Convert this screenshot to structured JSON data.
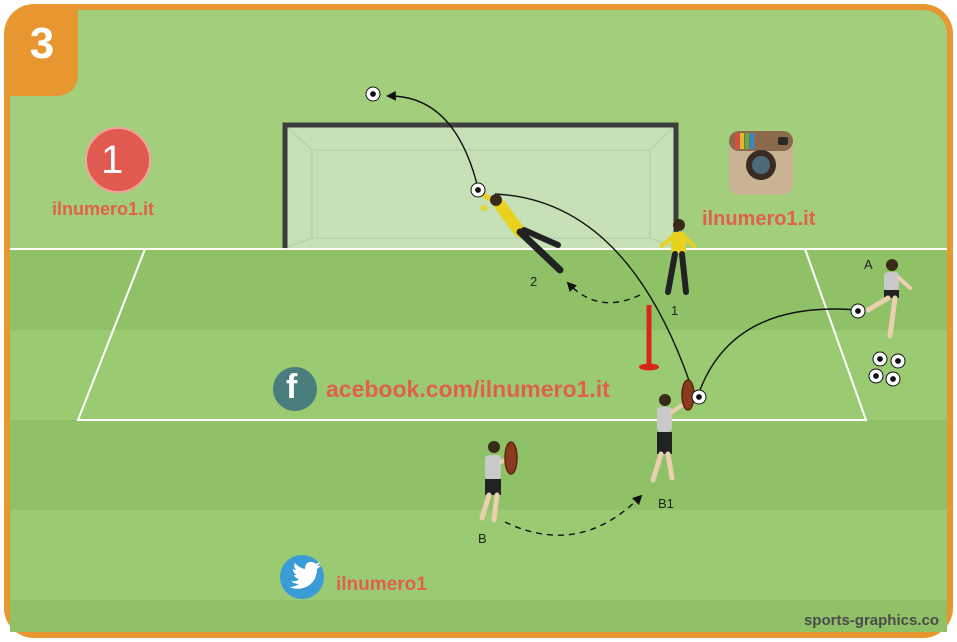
{
  "drill": {
    "step_number": "3"
  },
  "watermarks": {
    "logo_site": "ilnumero1.it",
    "logo_glyph": "1",
    "instagram_site": "ilnumero1.it",
    "facebook_url": "acebook.com/ilnumero1.it",
    "twitter_handle": "ilnumero1"
  },
  "labels": {
    "player_a": "A",
    "player_b": "B",
    "player_b1": "B1",
    "position_1": "1",
    "position_2": "2"
  },
  "credit": "sports-graphics.co",
  "colors": {
    "pitch_light": "#9ccb73",
    "pitch_dark": "#8cbf63",
    "frame_orange": "#e8962f",
    "brand_red": "#e0604c",
    "keeper_yellow": "#e8d21f",
    "cone_red": "#d8261c",
    "icon_blue": "#3b86c7",
    "icon_teal": "#4a7d7e"
  }
}
